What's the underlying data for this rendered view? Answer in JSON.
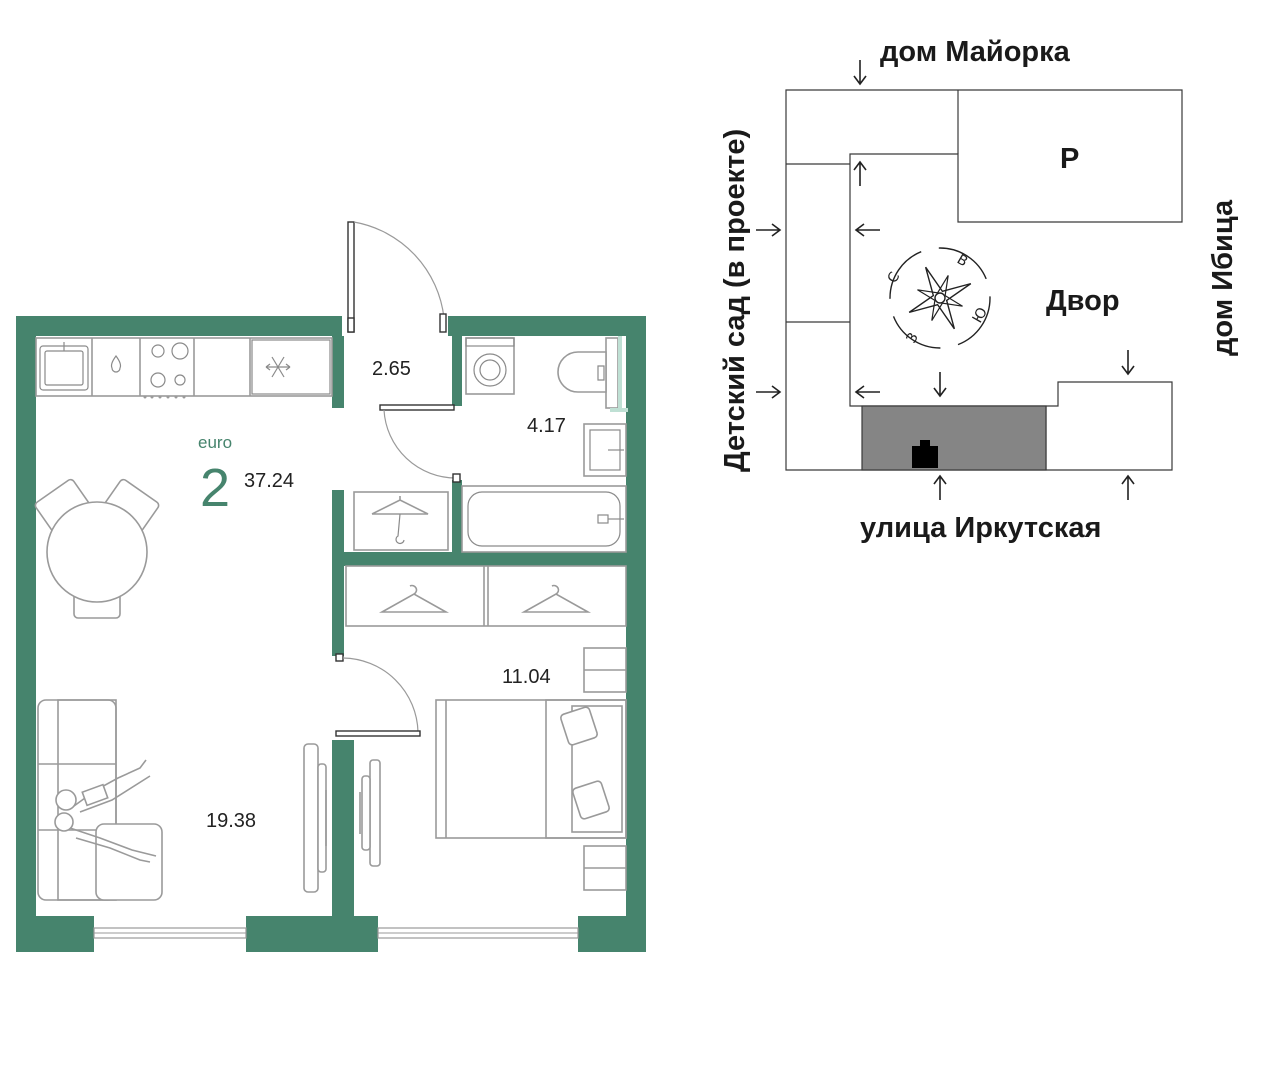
{
  "apartment": {
    "type_label": "euro",
    "rooms": "2",
    "total_area": "37.24",
    "rooms_areas": {
      "hall": "2.65",
      "bathroom": "4.17",
      "bedroom": "11.04",
      "living_kitchen": "19.38"
    }
  },
  "site_plan": {
    "north_label": "дом Майорка",
    "south_label": "улица Иркутская",
    "west_label": "Детский сад (в проекте)",
    "east_label": "дом Ибица",
    "yard_label": "Двор",
    "parking_label": "P",
    "compass": {
      "s": "С",
      "v": "В",
      "yu": "Ю",
      "z": "З"
    }
  },
  "colors": {
    "wall": "#46846d",
    "furniture": "#9a9a9a",
    "building_highlight": "#858585"
  }
}
